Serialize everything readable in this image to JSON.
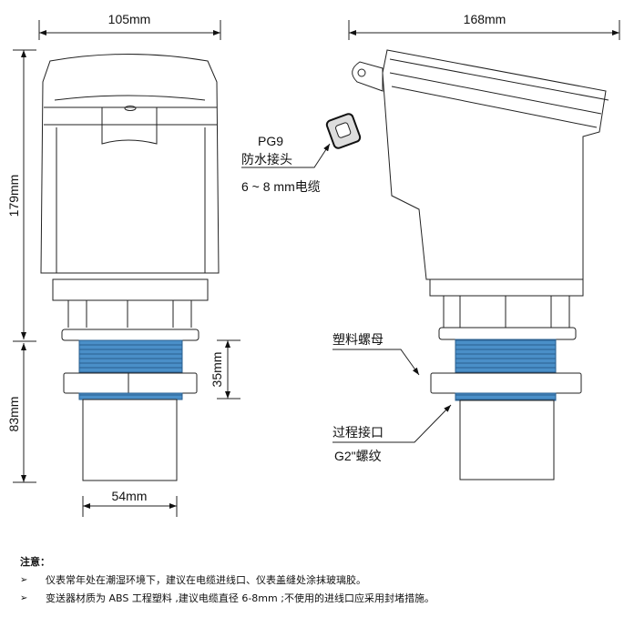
{
  "dimensions": {
    "front_width": "105mm",
    "side_width": "168mm",
    "housing_height": "179mm",
    "lower_height": "83mm",
    "thread_length": "35mm",
    "sensor_diameter": "54mm"
  },
  "labels": {
    "gland_model": "PG9",
    "gland_name": "防水接头",
    "gland_cable": "6 ~ 8 mm电缆",
    "nut": "塑料螺母",
    "process_connection": "过程接口",
    "thread_spec": "G2\"螺纹"
  },
  "notes": {
    "title": "注意：",
    "bullet": "➢",
    "items": [
      "仪表常年处在潮湿环境下，建议在电缆进线口、仪表盖缝处涂抹玻璃胶。",
      "变送器材质为 ABS 工程塑料 ,建议电缆直径 6-8mm ;不使用的进线口应采用封堵措施。"
    ]
  },
  "colors": {
    "thread": "#4a8fc8",
    "line": "#222222"
  }
}
